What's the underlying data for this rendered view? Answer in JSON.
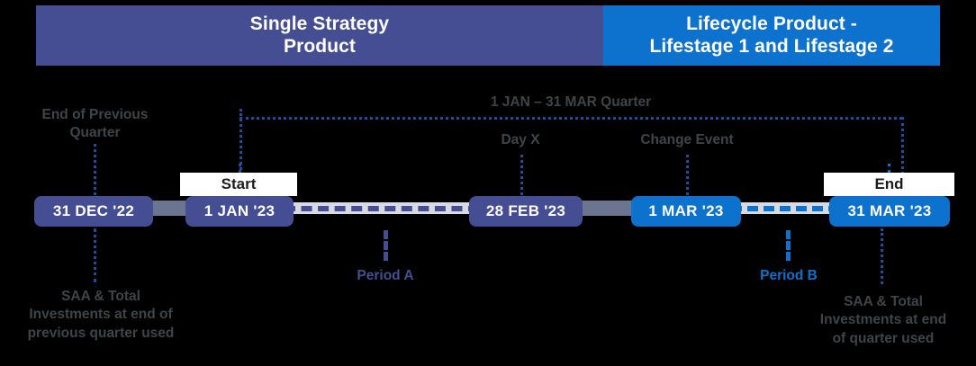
{
  "header": {
    "segments": [
      {
        "label": "Single Strategy\nProduct",
        "color": "#454e93"
      },
      {
        "label": "Lifecycle Product -\nLifestage 1 and Lifestage 2",
        "color": "#0d72ce"
      }
    ]
  },
  "annotations": {
    "end_of_previous_quarter": "End of Previous\nQuarter",
    "quarter_span": "1 JAN – 31 MAR Quarter",
    "day_x": "Day X",
    "change_event": "Change Event",
    "saa_left": "SAA & Total\nInvestments at end of\nprevious quarter used",
    "saa_right": "SAA & Total\nInvestments at end\nof quarter used",
    "period_a": "Period A",
    "period_b": "Period B"
  },
  "captions": {
    "start": "Start",
    "end": "End"
  },
  "timeline": {
    "milestones": [
      {
        "label": "31 DEC '22",
        "color": "#454e93"
      },
      {
        "label": "1 JAN '23",
        "color": "#454e93"
      },
      {
        "label": "28 FEB '23",
        "color": "#454e93"
      },
      {
        "label": "1 MAR '23",
        "color": "#0d72ce"
      },
      {
        "label": "31 MAR '23",
        "color": "#0d72ce"
      }
    ]
  },
  "colors": {
    "purple": "#454e93",
    "blue": "#0d72ce",
    "connector_gray": "#6b7490",
    "rail_gray": "#d7dae4",
    "note_gray": "#3f4448",
    "guide_blue": "#1f4e9c",
    "background": "#000000",
    "caption_bg": "#ffffff"
  }
}
